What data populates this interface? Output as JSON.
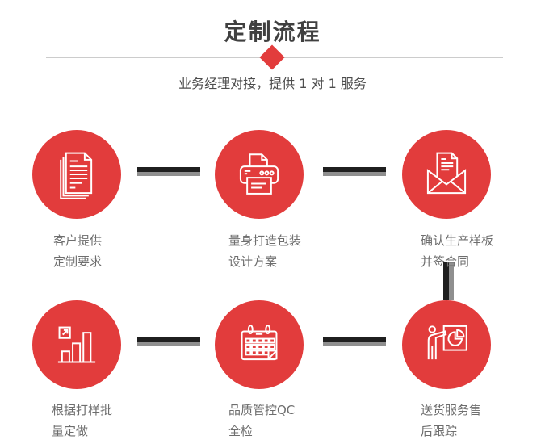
{
  "header": {
    "title": "定制流程",
    "subtitle": "业务经理对接，提供 1 对 1 服务"
  },
  "colors": {
    "accent_red": "#e23c3c",
    "title_text": "#404040",
    "subtitle_text": "#4d4d4d",
    "label_text": "#6e6e6e",
    "divider_line": "#cccccc",
    "connector_dark": "#1f1f1f",
    "connector_gray": "#8f8f8f",
    "icon_stroke": "#ffffff"
  },
  "steps": [
    {
      "id": "step-1",
      "icon": "documents-icon",
      "lines": [
        "客户提供",
        "定制要求"
      ]
    },
    {
      "id": "step-2",
      "icon": "printer-icon",
      "lines": [
        "量身打造包装",
        "设计方案"
      ]
    },
    {
      "id": "step-3",
      "icon": "envelope-icon",
      "lines": [
        "确认生产样板",
        "并签合同"
      ]
    },
    {
      "id": "step-4",
      "icon": "bar-chart-icon",
      "lines": [
        "根据打样批",
        "量定做"
      ]
    },
    {
      "id": "step-5",
      "icon": "calendar-icon",
      "lines": [
        "品质管控QC",
        "全检"
      ]
    },
    {
      "id": "step-6",
      "icon": "presentation-icon",
      "lines": [
        "送货服务售",
        "后跟踪"
      ]
    }
  ]
}
